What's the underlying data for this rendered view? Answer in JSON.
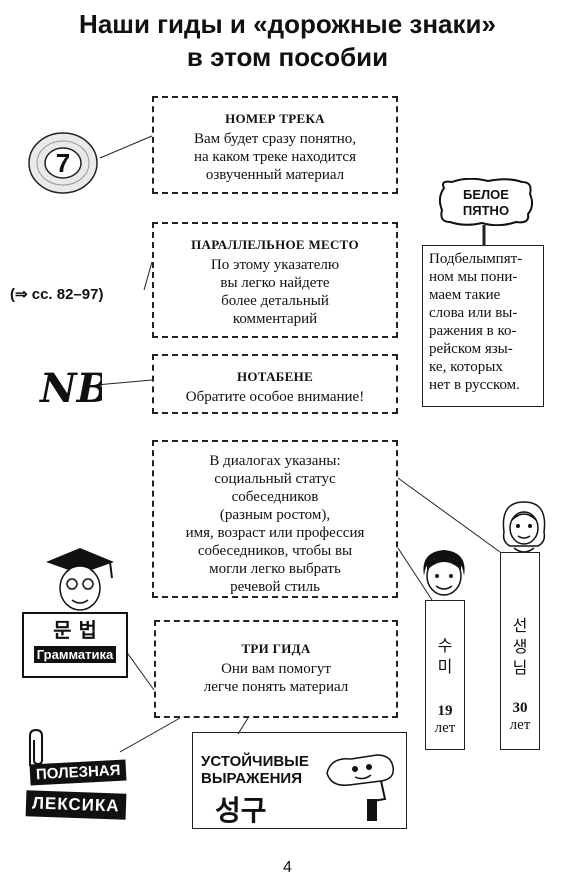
{
  "title": {
    "line1": "Наши гиды и «дорожные знаки»",
    "line2": "в этом пособии"
  },
  "track": {
    "icon_number": "7",
    "heading": "НОМЕР ТРЕКА",
    "lines": [
      "Вам будет сразу понятно,",
      "на каком треке находится",
      "озвученный материал"
    ]
  },
  "parallel": {
    "ref": "(⇒ сс. 82–97)",
    "heading": "ПАРАЛЛЕЛЬНОЕ МЕСТО",
    "lines": [
      "По этому указателю",
      "вы легко  найдете",
      "более детальный",
      "комментарий"
    ]
  },
  "nota": {
    "symbol": "NB",
    "heading": "НОТАБЕНЕ",
    "lines": [
      "Обратите особое внимание!"
    ]
  },
  "white_spot": {
    "sign_line1": "БЕЛОЕ",
    "sign_line2": "ПЯТНО",
    "lines": [
      "Подбелымпят-",
      "ном мы пони-",
      "маем    такие",
      "слова или вы-",
      "ражения в ко-",
      "рейском язы-",
      "ке,     которых",
      "нет в русском."
    ]
  },
  "dialog": {
    "lines": [
      "В диалогах указаны:",
      "социальный статус",
      "собеседников",
      "(разным ростом),",
      "имя, возраст или профессия",
      "собеседников, чтобы вы",
      "могли легко выбрать",
      "речевой стиль"
    ]
  },
  "characters": [
    {
      "name1": "수",
      "name2": "미",
      "age": "19",
      "unit": "лет"
    },
    {
      "name1": "선",
      "name2": "생",
      "name3": "님",
      "age": "30",
      "unit": "лет"
    }
  ],
  "guides": {
    "heading": "ТРИ ГИДА",
    "lines": [
      "Они вам помогут",
      "легче понять материал"
    ]
  },
  "grammar": {
    "korean": "문 법",
    "russian": "Грамматика"
  },
  "lexicon": {
    "line1": "ПОЛЕЗНАЯ",
    "line2": "ЛЕКСИКА"
  },
  "phrases": {
    "line1": "УСТОЙЧИВЫЕ",
    "line2": "ВЫРАЖЕНИЯ",
    "korean": "성구"
  },
  "page_number": "4"
}
